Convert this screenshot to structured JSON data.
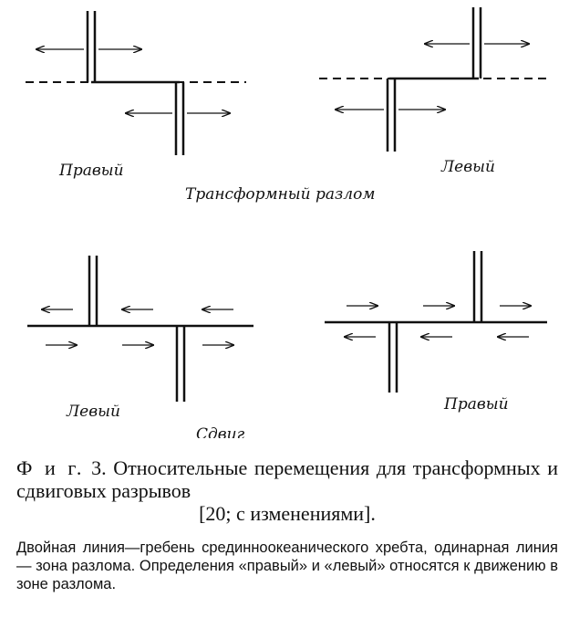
{
  "labels": {
    "top_right_dextral": "Правый",
    "top_left_sinistral": "Левый",
    "top_group": "Трансформный разлом",
    "bottom_left_sinistral": "Левый",
    "bottom_right_dextral": "Правый",
    "bottom_group": "Сдвиг"
  },
  "caption": {
    "figure": "Ф и г.",
    "number": "3.",
    "text": "Относительные перемещения для трансформных и сдвиговых разрывов",
    "reference": "[20; с изменениями]."
  },
  "note": "Двойная линия—гребень срединноокеанического хребта, одинарная линия — зона разлома. Определения «правый» и «левый» относятся к движению в зоне разлома."
}
